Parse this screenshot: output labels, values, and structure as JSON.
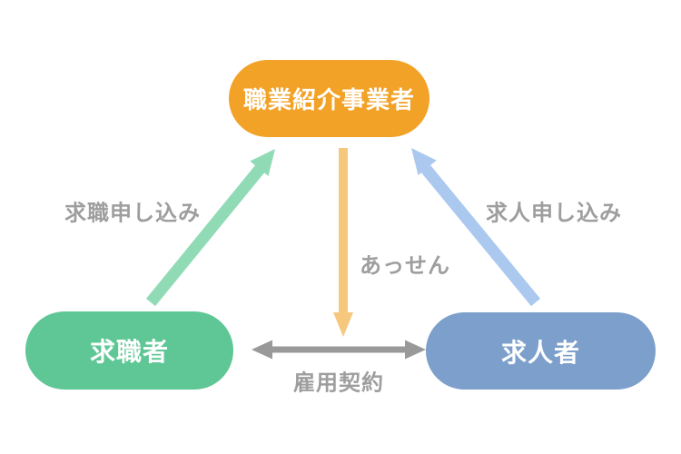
{
  "diagram": {
    "title_hint": "job placement flow diagram",
    "background": "#ffffff",
    "label_color": "#9e9e9e",
    "nodes": {
      "agency": {
        "label": "職業紹介事業者",
        "color": "#f2a227",
        "text_color": "#ffffff"
      },
      "seeker": {
        "label": "求職者",
        "color": "#5fc795",
        "text_color": "#ffffff"
      },
      "employer": {
        "label": "求人者",
        "color": "#7c9fcb",
        "text_color": "#ffffff"
      }
    },
    "arrows": {
      "seeker_to_agency": {
        "label": "求職申し込み",
        "color": "#90dbb5",
        "from": "求職者",
        "to": "職業紹介事業者",
        "bidirectional": false
      },
      "employer_to_agency": {
        "label": "求人申し込み",
        "color": "#abc9ef",
        "from": "求人者",
        "to": "職業紹介事業者",
        "bidirectional": false
      },
      "agency_placement": {
        "label": "あっせん",
        "color": "#f5c87e",
        "from": "職業紹介事業者",
        "to": "雇用契約",
        "bidirectional": false
      },
      "employment_contract": {
        "label": "雇用契約",
        "color": "#999999",
        "from": "求職者",
        "to": "求人者",
        "bidirectional": true
      }
    }
  }
}
